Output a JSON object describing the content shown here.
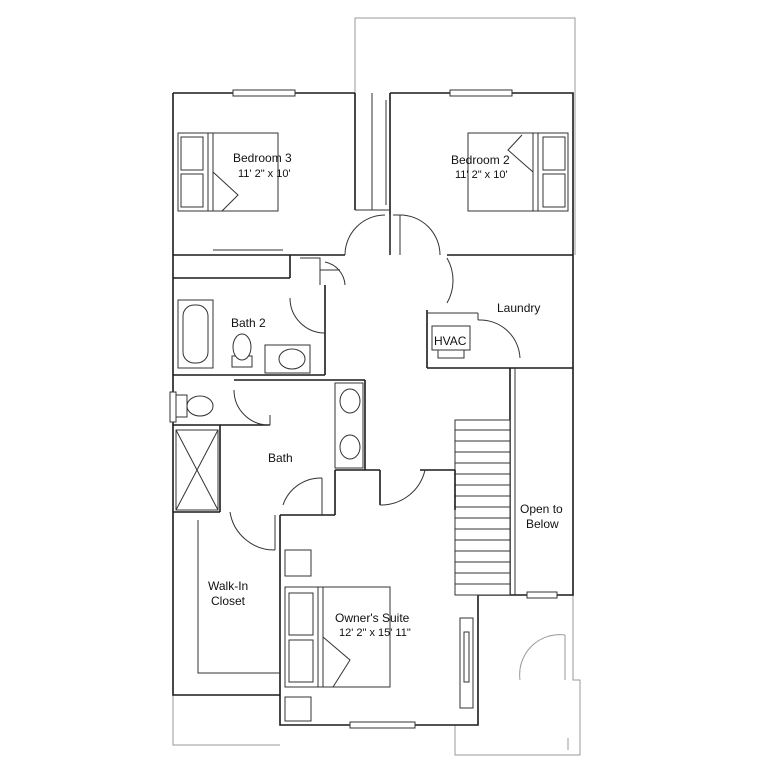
{
  "rooms": {
    "bedroom3": {
      "name": "Bedroom 3",
      "size": "11' 2\" x 10'"
    },
    "bedroom2": {
      "name": "Bedroom 2",
      "size": "11' 2\" x 10'"
    },
    "bath2": {
      "name": "Bath 2"
    },
    "laundry": {
      "name": "Laundry"
    },
    "hvac": {
      "name": "HVAC"
    },
    "bath": {
      "name": "Bath"
    },
    "open_to_below": {
      "line1": "Open to",
      "line2": "Below"
    },
    "walk_in_closet": {
      "line1": "Walk-In",
      "line2": "Closet"
    },
    "owners_suite": {
      "name": "Owner's Suite",
      "size": "12' 2\" x 15' 11\""
    }
  }
}
